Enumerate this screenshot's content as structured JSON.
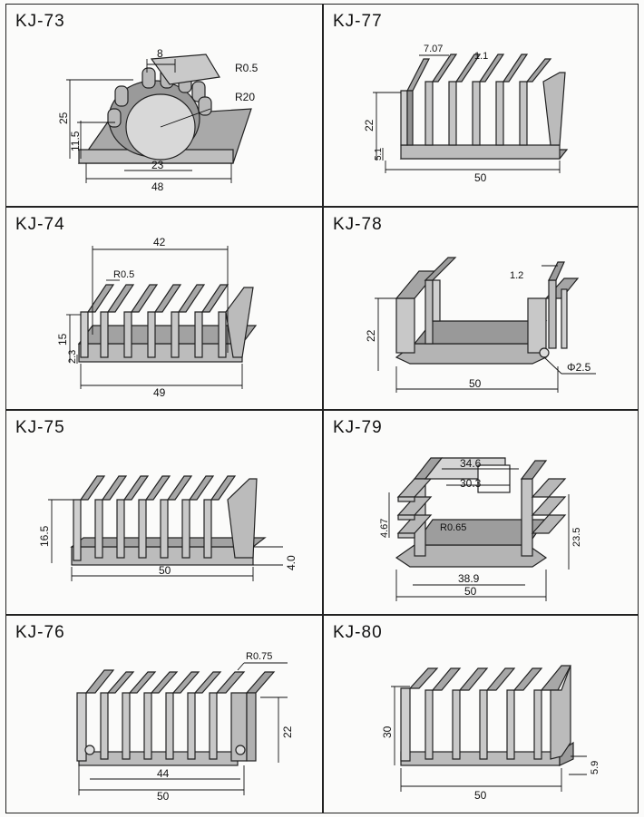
{
  "panels": [
    {
      "id": "KJ-73",
      "dims": {
        "top": "8",
        "radius_small": "R0.5",
        "radius_big": "R20",
        "height": "25",
        "height_low": "11.5",
        "inner": "23",
        "bottom": "48"
      }
    },
    {
      "id": "KJ-77",
      "dims": {
        "pitch": "7.07",
        "fin": "1.1",
        "height": "22",
        "base": "5.1",
        "bottom": "50"
      }
    },
    {
      "id": "KJ-74",
      "dims": {
        "top": "42",
        "radius": "R0.5",
        "height": "15",
        "base": "2.3",
        "bottom": "49"
      }
    },
    {
      "id": "KJ-78",
      "dims": {
        "fin": "1.2",
        "height": "22",
        "hole": "Φ2.5",
        "bottom": "50"
      }
    },
    {
      "id": "KJ-75",
      "dims": {
        "height": "16.5",
        "base": "4.0",
        "bottom": "50"
      }
    },
    {
      "id": "KJ-79",
      "dims": {
        "top1": "34.6",
        "top2": "30.3",
        "pitch": "4.67",
        "radius": "R0.65",
        "height": "23.5",
        "inner": "38.9",
        "bottom": "50"
      }
    },
    {
      "id": "KJ-76",
      "dims": {
        "radius": "R0.75",
        "height": "22",
        "inner": "44",
        "bottom": "50"
      }
    },
    {
      "id": "KJ-80",
      "dims": {
        "height": "30",
        "base": "5.9",
        "bottom": "50"
      }
    }
  ]
}
